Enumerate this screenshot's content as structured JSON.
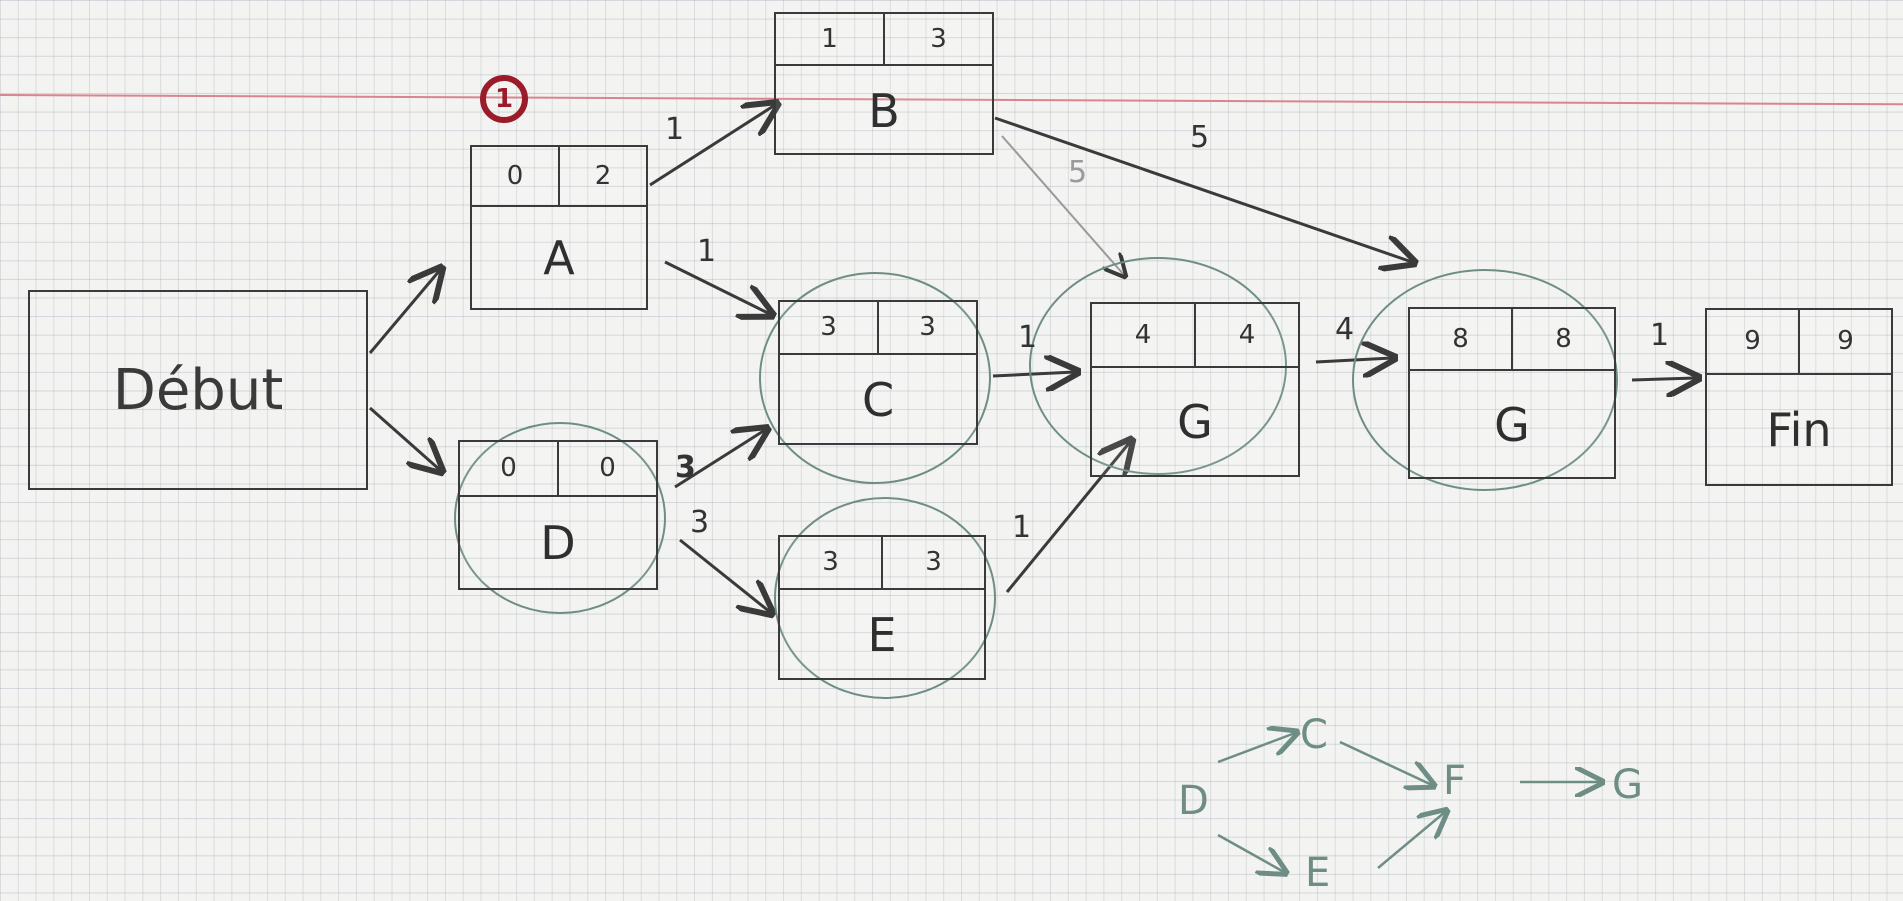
{
  "badge": "1",
  "start": {
    "label": "Début"
  },
  "nodes": {
    "A": {
      "label": "A",
      "early": "0",
      "late": "2"
    },
    "B": {
      "label": "B",
      "early": "1",
      "late": "3"
    },
    "C": {
      "label": "C",
      "early": "3",
      "late": "3"
    },
    "D": {
      "label": "D",
      "early": "0",
      "late": "0"
    },
    "E": {
      "label": "E",
      "early": "3",
      "late": "3"
    },
    "F": {
      "label": "G",
      "early": "4",
      "late": "4"
    },
    "G": {
      "label": "G",
      "early": "8",
      "late": "8"
    },
    "Fin": {
      "label": "Fin",
      "early": "9",
      "late": "9"
    }
  },
  "edge_weights": {
    "a_b": "1",
    "a_c": "1",
    "d_c": "3",
    "d_e": "3",
    "c_f": "1",
    "e_f": "1",
    "f_g": "4",
    "g_fin": "1",
    "b_g": "5",
    "b_f": "5"
  },
  "sketch": {
    "d": "D",
    "c": "C",
    "e": "E",
    "f": "F",
    "g": "G"
  },
  "colors": {
    "ink": "#3a3a3a",
    "critical_circle": "#6e8e85",
    "badge": "#9b1b2a",
    "margin": "#d9848f"
  }
}
